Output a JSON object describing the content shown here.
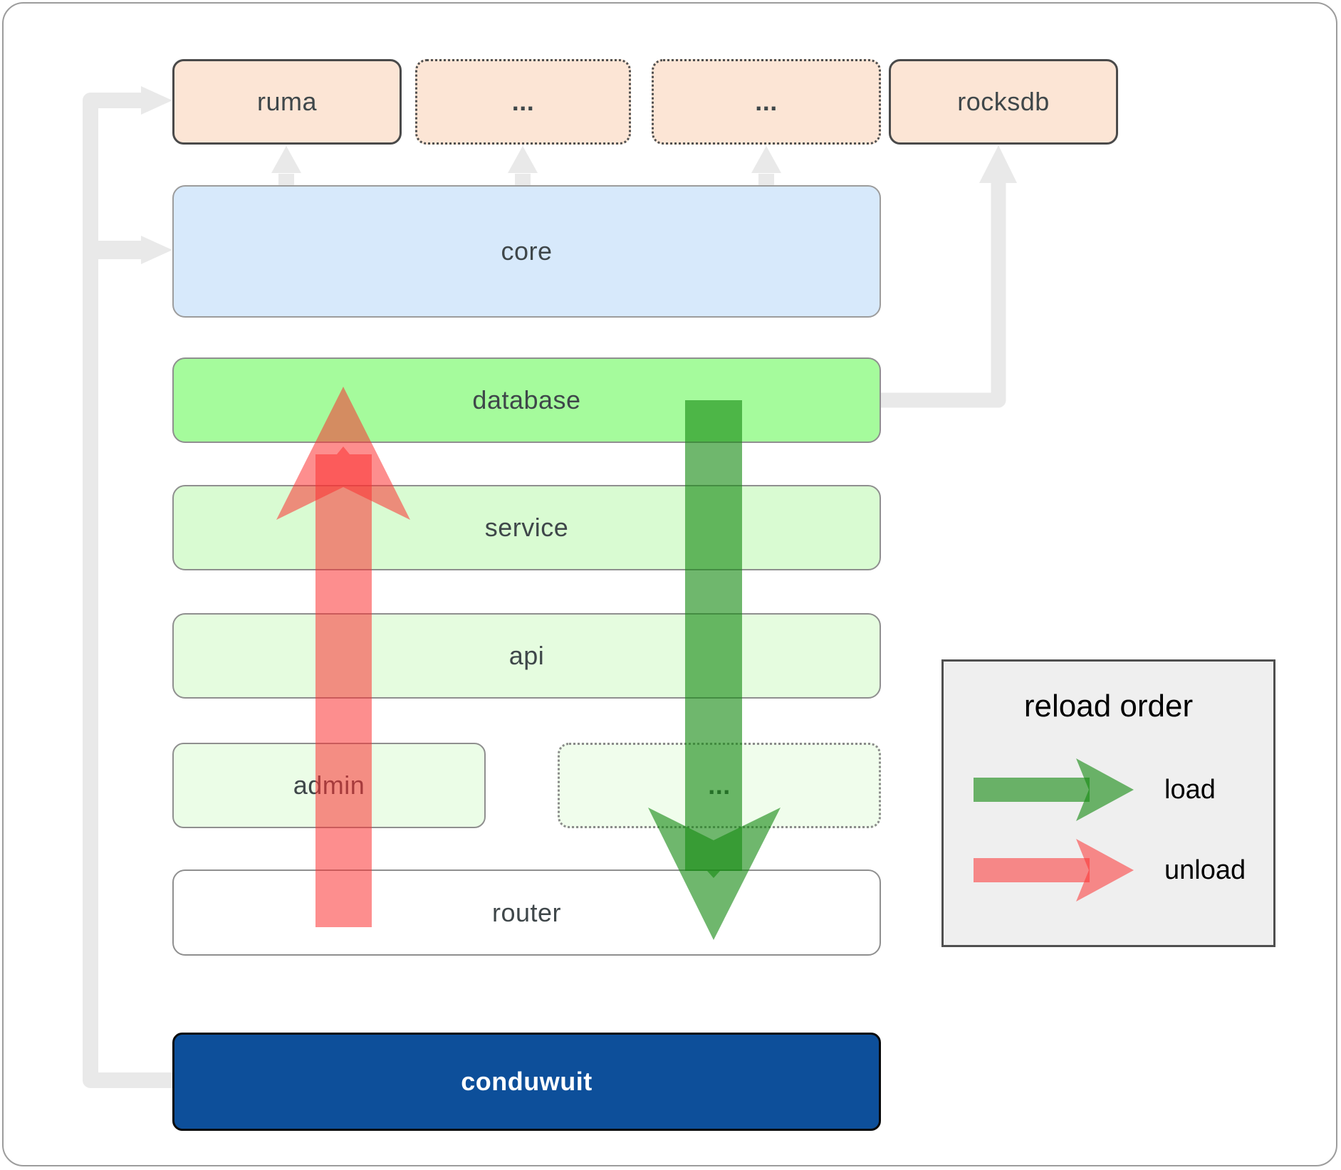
{
  "boxes": {
    "ruma": {
      "label": "ruma"
    },
    "dep2": {
      "label": "..."
    },
    "dep3": {
      "label": "..."
    },
    "rocksdb": {
      "label": "rocksdb"
    },
    "core": {
      "label": "core"
    },
    "database": {
      "label": "database"
    },
    "service": {
      "label": "service"
    },
    "api": {
      "label": "api"
    },
    "admin": {
      "label": "admin"
    },
    "more": {
      "label": "..."
    },
    "router": {
      "label": "router"
    },
    "conduwuit": {
      "label": "conduwuit"
    }
  },
  "legend": {
    "title": "reload order",
    "items": [
      {
        "label": "load",
        "color": "rgba(22,138,20,0.62)"
      },
      {
        "label": "unload",
        "color": "rgba(251,50,50,0.55)"
      }
    ]
  },
  "colors": {
    "load_arrow_green": "rgba(22,138,20,0.62)",
    "unload_arrow_red": "rgba(251,50,50,0.55)",
    "connector_gray": "#e9e9e9",
    "dependency_peach": "#fce5d5",
    "core_blue": "#d7e9fb",
    "database_green": "#a5fb9c",
    "service_green": "#d9fbd2",
    "api_green": "#e5fcdf",
    "admin_green": "#ebfde7",
    "router_white": "#ffffff",
    "conduwuit_navy": "#0d4f9a",
    "label_dark": "#3f474a"
  }
}
